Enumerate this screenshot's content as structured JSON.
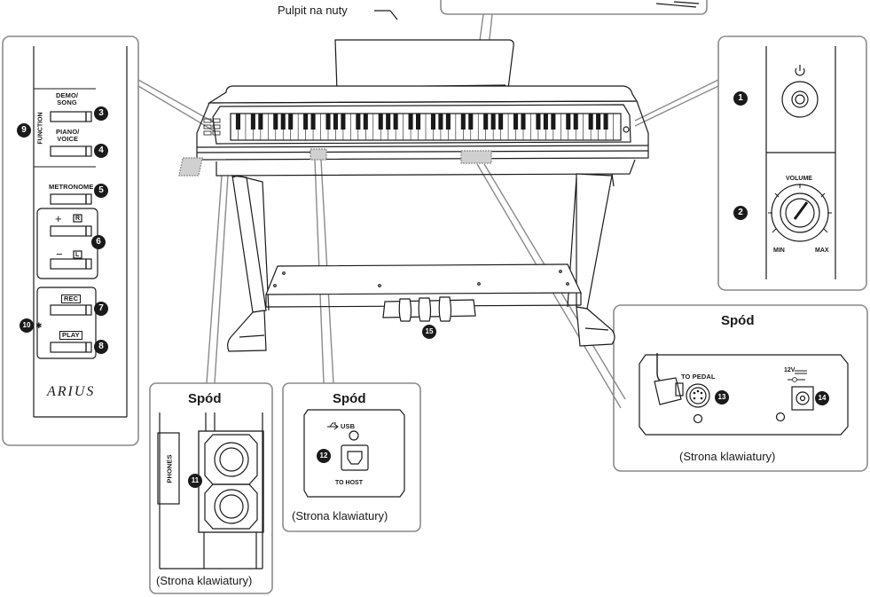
{
  "labels": {
    "music_rest": "Pulpit na nuty",
    "underside": "Spód",
    "keyboard_side": "(Strona klawiatury)"
  },
  "left_panel": {
    "demo_song": "DEMO/\nSONG",
    "piano_voice": "PIANO/\nVOICE",
    "function": "FUNCTION",
    "metronome": "METRONOME",
    "plus": "+",
    "minus": "−",
    "r_key": "R",
    "l_key": "L",
    "rec": "REC",
    "play": "PLAY",
    "brand": "ARIUS"
  },
  "right_panel": {
    "volume": "VOLUME",
    "min": "MIN",
    "max": "MAX"
  },
  "phones": {
    "label": "PHONES"
  },
  "usb": {
    "usb": "USB",
    "to_host": "TO HOST"
  },
  "pedal_panel": {
    "to_pedal": "TO PEDAL",
    "dc": "12V"
  },
  "badges": [
    "1",
    "2",
    "3",
    "4",
    "5",
    "6",
    "7",
    "8",
    "9",
    "10",
    "11",
    "12",
    "13",
    "14",
    "15"
  ],
  "colors": {
    "ink": "#1a1a1a",
    "panel_border": "#8a8a8a",
    "highlight": "#b8b8b8"
  }
}
